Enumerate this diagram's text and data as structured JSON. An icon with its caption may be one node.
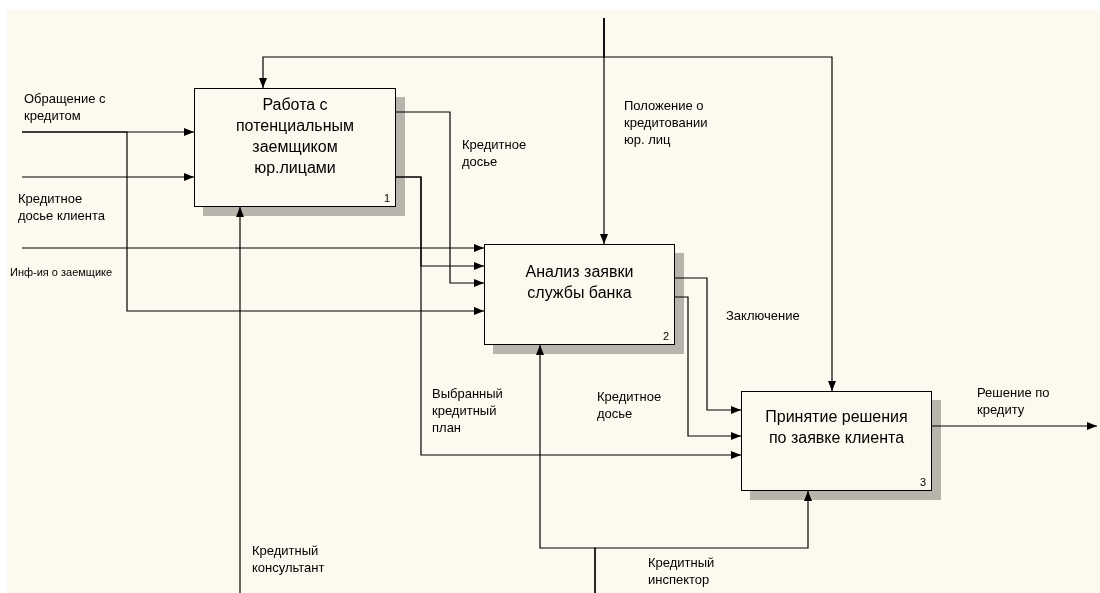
{
  "diagram": {
    "nodes": [
      {
        "text": [
          "Работа с потенциальным заемщиком юр.лицами",
          "1"
        ]
      },
      {
        "text": [
          "Анализ заявки службы банка",
          "2"
        ]
      },
      {
        "text": [
          "Принятие решения по заявке клиента",
          "3"
        ]
      }
    ],
    "edges": [
      {
        "from": null,
        "to": 0,
        "arrow": "to",
        "label": "Обращение с кредитом"
      },
      {
        "from": null,
        "to": 1,
        "arrow": "to"
      },
      {
        "from": null,
        "to": 0,
        "arrow": "to",
        "label": "Кредитное досье клиента"
      },
      {
        "from": null,
        "to": 1,
        "arrow": "to",
        "label": "Инф-ия о заемщике"
      },
      {
        "from": 0,
        "to": 1,
        "arrow": "to",
        "label": "Кредитное досье"
      },
      {
        "from": 0,
        "to": 1,
        "arrow": "to"
      },
      {
        "from": 0,
        "to": 2,
        "arrow": "to",
        "label": "Выбранный кредитный план"
      },
      {
        "from": 1,
        "to": 2,
        "arrow": "to",
        "label": "Заключение"
      },
      {
        "from": 1,
        "to": 2,
        "arrow": "to",
        "label": "Кредитное досье"
      },
      {
        "from": null,
        "to": 1,
        "arrow": "to",
        "label": "Положение о кредитовании юр. лиц"
      },
      {
        "from": null,
        "to": 0,
        "arrow": "to"
      },
      {
        "from": null,
        "to": 2,
        "arrow": "to"
      },
      {
        "from": null,
        "to": 0,
        "arrow": "to",
        "label": "Кредитный консультант"
      },
      {
        "from": null,
        "to": 1,
        "arrow": "to"
      },
      {
        "from": null,
        "to": 2,
        "arrow": "to",
        "label": "Кредитный инспектор"
      },
      {
        "from": 2,
        "to": null,
        "arrow": "to",
        "label": "Решение по кредиту"
      }
    ]
  }
}
